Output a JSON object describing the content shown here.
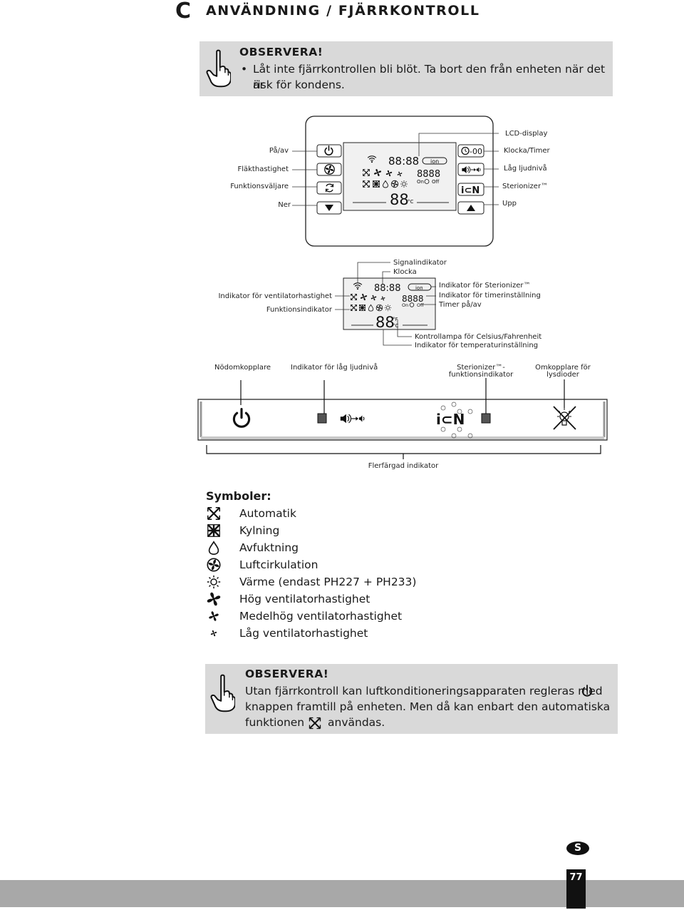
{
  "header": {
    "letter": "C",
    "title": "ANVÄNDNING / FJÄRRKONTROLL"
  },
  "note1": {
    "heading": "OBSERVERA!",
    "bullet": "•",
    "text_line1": "Låt inte fjärrkontrollen bli blöt. Ta bort den från enheten när det är",
    "text_line2": "risk för kondens."
  },
  "remote": {
    "labels_left": [
      "På/av",
      "Fläkthastighet",
      "Funktionsväljare",
      "Ner"
    ],
    "labels_right": [
      "LCD-display",
      "Klocka/Timer",
      "Låg ljudnivå",
      "Sterionizer™",
      "Upp"
    ],
    "lcd_time": "88:88",
    "lcd_timer": "8888",
    "lcd_temp": "88",
    "lcd_on": "On",
    "lcd_off": "Off",
    "lcd_unit_c": "°C",
    "ion_badge": "ion",
    "ion_button": "i⊂N",
    "clock_digits": "-00"
  },
  "lcd_detail": {
    "labels_top": [
      "Signalindikator",
      "Klocka"
    ],
    "labels_left": [
      "Indikator för ventilatorhastighet",
      "Funktionsindikator"
    ],
    "labels_right": [
      "Indikator för Sterionizer™",
      "Indikator för timerinställning",
      "Timer på/av"
    ],
    "labels_bottom": [
      "Kontrollampa för Celsius/Fahrenheit",
      "Indikator för temperaturinställning"
    ],
    "time": "88:88",
    "timer": "8888",
    "temp": "88",
    "on": "On",
    "off": "Off",
    "unit_f": "°F",
    "unit_c": "°C",
    "ion_badge": "ion"
  },
  "panel": {
    "labels": [
      "Nödomkopplare",
      "Indikator för låg ljudnivå",
      "Sterionizer™-",
      "funktionsindikator",
      "Omkopplare för",
      "lysdioder"
    ],
    "bracket_label": "Flerfärgad indikator",
    "ion_text": "i⊂N"
  },
  "symbols": {
    "heading": "Symboler:",
    "items": [
      {
        "icon": "auto-icon",
        "label": "Automatik"
      },
      {
        "icon": "cooling-icon",
        "label": "Kylning"
      },
      {
        "icon": "drop-icon",
        "label": "Avfuktning"
      },
      {
        "icon": "circulation-icon",
        "label": "Luftcirkulation"
      },
      {
        "icon": "sun-icon",
        "label": "Värme (endast PH227 + PH233)"
      },
      {
        "icon": "fan-high-icon",
        "label": "Hög ventilatorhastighet"
      },
      {
        "icon": "fan-medium-icon",
        "label": "Medelhög ventilatorhastighet"
      },
      {
        "icon": "fan-low-icon",
        "label": "Låg ventilatorhastighet"
      }
    ]
  },
  "note2": {
    "heading": "OBSERVERA!",
    "line1": "Utan fjärrkontroll kan luftkonditioneringsapparaten regleras med",
    "line2": "knappen framtill på enheten. Men då kan enbart den automatiska",
    "line3_a": "funktionen",
    "line3_b": "användas."
  },
  "footer": {
    "lang_badge": "S",
    "page_number": "77"
  }
}
